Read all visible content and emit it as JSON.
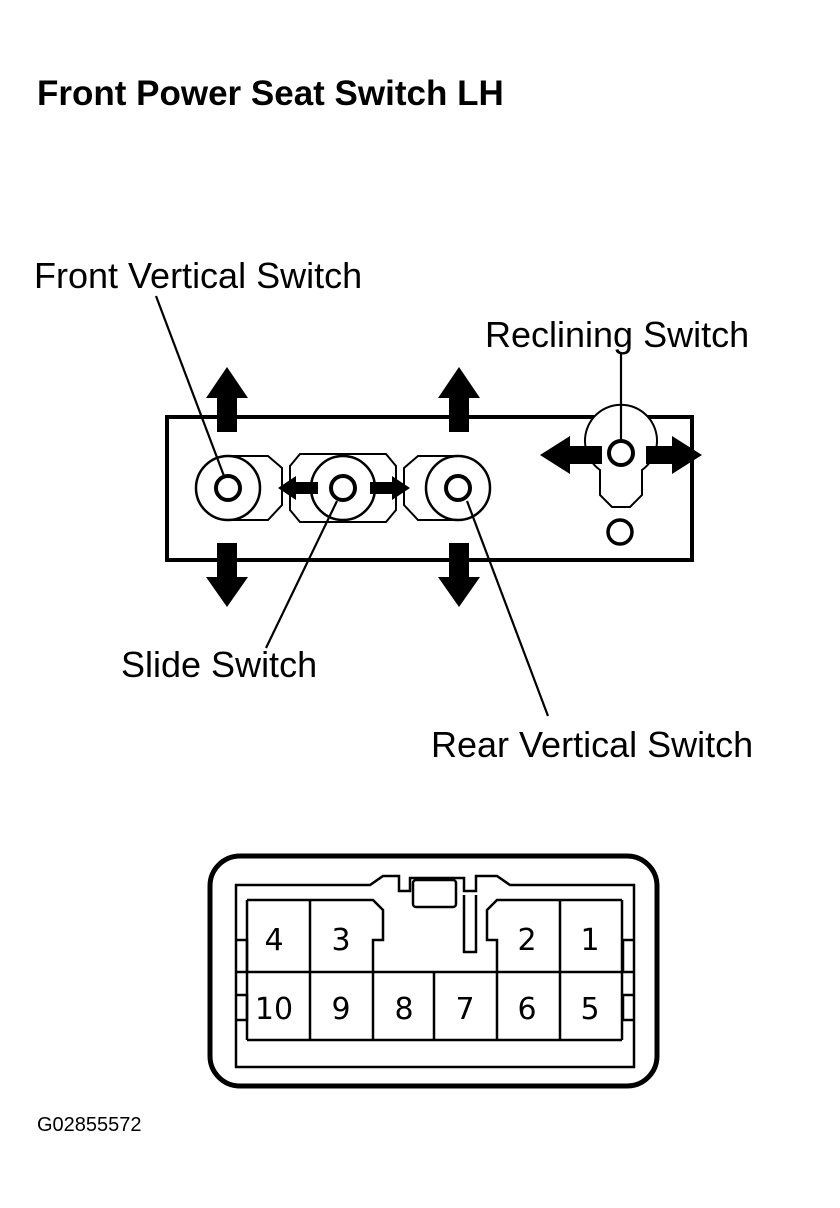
{
  "title": "Front Power Seat Switch LH",
  "labels": {
    "front_vertical": "Front Vertical Switch",
    "reclining": "Reclining Switch",
    "slide": "Slide Switch",
    "rear_vertical": "Rear Vertical Switch"
  },
  "connector": {
    "top_row": [
      "4",
      "3",
      "2",
      "1"
    ],
    "bottom_row": [
      "10",
      "9",
      "8",
      "7",
      "6",
      "5"
    ]
  },
  "figure_code": "G02855572",
  "colors": {
    "ink": "#000000",
    "background": "#ffffff"
  }
}
